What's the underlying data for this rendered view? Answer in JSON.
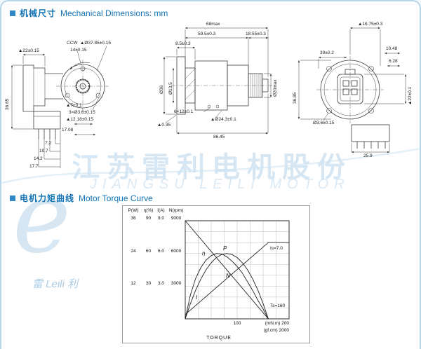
{
  "sections": {
    "mechanical": {
      "title_cn": "机械尺寸",
      "title_en": "Mechanical Dimensions: mm"
    },
    "torque": {
      "title_cn": "电机力矩曲线",
      "title_en": "Motor Torque Curve"
    }
  },
  "watermark": {
    "cn_text": "江苏雷利电机股份",
    "en_text": "JIANGSU LEILI MOTOR",
    "logo_letter": "e",
    "brand_text": "雷 Leili 利"
  },
  "drawings": {
    "left": {
      "labels": [
        "CCW",
        "▲22±0.15",
        "14±0.15",
        "▲Ø37.85±0.15",
        "36.65",
        "▲7±0.1",
        "3×Ø3.6±0.15",
        "▲12.18±0.15",
        "17.08",
        "7.2",
        "10.7",
        "14.2",
        "17.7"
      ]
    },
    "middle": {
      "labels": [
        "68max",
        "59.5±0.3",
        "18.55±0.3",
        "8.5±0.3",
        "Ø36",
        "Ø13.5",
        "Ø20max",
        "6×12±0.1",
        "▲Ø24.3±0.1",
        "▲0.35",
        "86.45"
      ]
    },
    "right": {
      "labels": [
        "▲16.75±0.3",
        "39±0.2",
        "10.48",
        "6.28",
        "▲22±0.1",
        "36.85",
        "Ø3.6±0.15",
        "25.9"
      ]
    }
  },
  "chart_data": {
    "type": "line",
    "title": "Motor Torque Curve",
    "xlabel": "TORQUE",
    "x_axis": {
      "max_mNm": 200,
      "ticks": [
        {
          "value": 100,
          "label": "100"
        },
        {
          "value": 200,
          "label": "(mN.m) 200"
        }
      ],
      "secondary_label": "(gf.cm) 2000"
    },
    "axes": {
      "p": {
        "name": "P(W)",
        "max": 36
      },
      "eta": {
        "name": "η(%)",
        "max": 90
      },
      "i": {
        "name": "I(A)",
        "max": 9
      },
      "n": {
        "name": "N(rpm)",
        "max": 9000
      }
    },
    "axis_table": {
      "headers": [
        "P(W)",
        "η(%)",
        "I(A)",
        "N(rpm)"
      ],
      "rows": [
        [
          "36",
          "90",
          "9.0",
          "9000"
        ],
        [
          "24",
          "60",
          "6.0",
          "6000"
        ],
        [
          "12",
          "30",
          "3.0",
          "3000"
        ]
      ]
    },
    "grid": {
      "x_divisions": 8,
      "y_divisions": 9
    },
    "series": [
      {
        "name": "η",
        "axis": "eta",
        "x": [
          0,
          10,
          20,
          30,
          40,
          50,
          60,
          70,
          80,
          90,
          100,
          110,
          120,
          130,
          140,
          150,
          160
        ],
        "y": [
          0,
          22,
          37,
          47,
          54,
          58,
          60,
          59.5,
          57,
          53,
          48,
          42,
          34,
          26,
          17,
          9,
          0
        ]
      },
      {
        "name": "P",
        "axis": "p",
        "x": [
          0,
          10,
          20,
          30,
          40,
          50,
          60,
          70,
          80,
          90,
          100,
          110,
          120,
          130,
          140,
          150,
          160
        ],
        "y": [
          0,
          5.6,
          10.5,
          14.6,
          18,
          20.6,
          22.5,
          23.6,
          24,
          23.6,
          22.5,
          20.6,
          18,
          14.6,
          10.5,
          5.6,
          0
        ]
      },
      {
        "name": "N",
        "axis": "n",
        "x": [
          0,
          160
        ],
        "y": [
          9000,
          0
        ]
      },
      {
        "name": "I",
        "axis": "i",
        "x": [
          0,
          160
        ],
        "y": [
          0.4,
          7.0
        ]
      },
      {
        "name": "Is-line",
        "axis": "i",
        "x": [
          160,
          200
        ],
        "y": [
          7.0,
          7.0
        ]
      }
    ],
    "annotations": {
      "is_label": "Is=7.0",
      "ts_label": "Ts=160"
    },
    "stall_torque_mNm": 160,
    "stall_current_A": 7.0
  }
}
